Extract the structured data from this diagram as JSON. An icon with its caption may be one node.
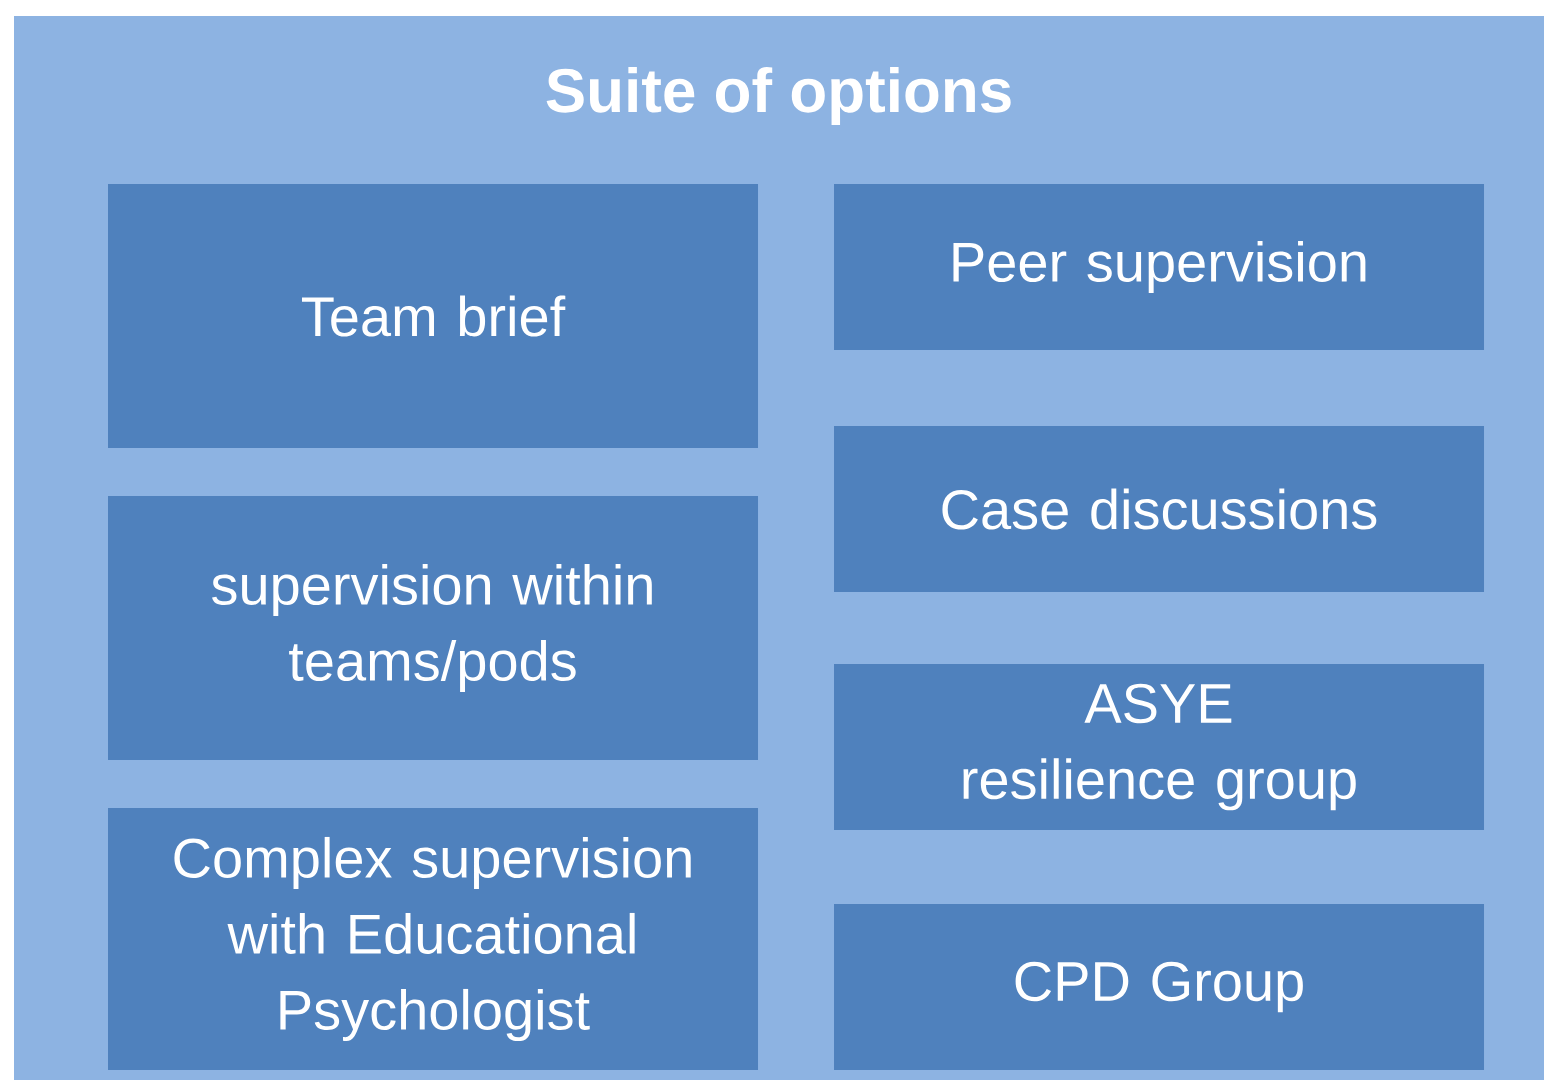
{
  "diagram": {
    "nodes": [
      {
        "text": [
          "Suite of options"
        ]
      },
      {
        "text": [
          "Team brief"
        ],
        "in": 0
      },
      {
        "text": [
          "Peer supervision"
        ],
        "in": 0
      },
      {
        "text": [
          "Case discussions"
        ],
        "in": 0
      },
      {
        "text": [
          "supervision within teams/pods"
        ],
        "in": 0
      },
      {
        "text": [
          "ASYE resilience group"
        ],
        "in": 0
      },
      {
        "text": [
          "Complex supervision with Educational Psychologist"
        ],
        "in": 0
      },
      {
        "text": [
          "CPD Group"
        ],
        "in": 0
      }
    ]
  }
}
